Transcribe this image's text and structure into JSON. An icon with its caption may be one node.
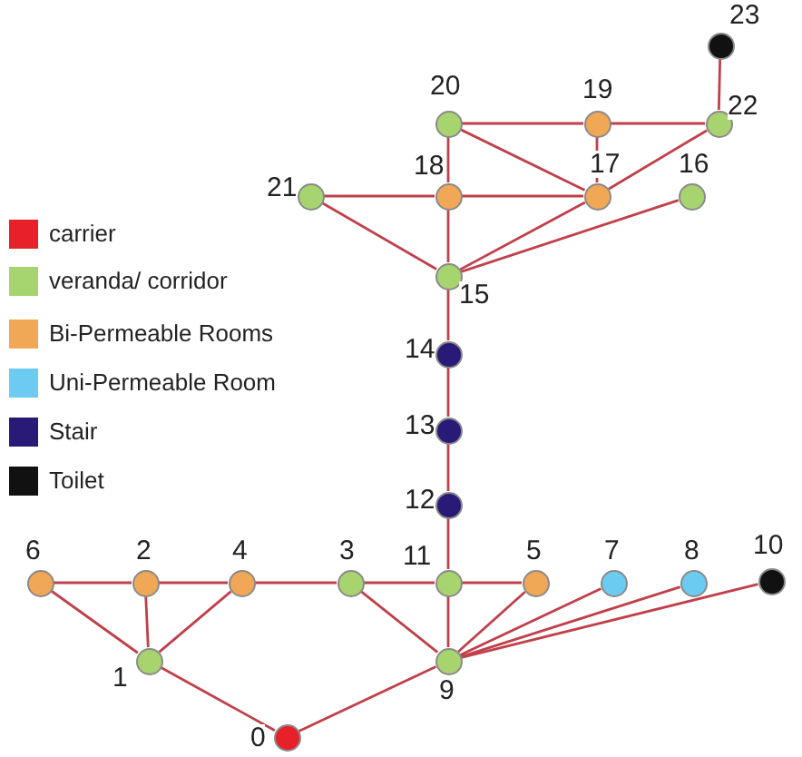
{
  "diagram": {
    "nodes": [
      {
        "text": [],
        "shape": "circle",
        "beside": [
          "0"
        ]
      },
      {
        "text": [],
        "shape": "circle",
        "beside": [
          "1"
        ]
      },
      {
        "text": [],
        "shape": "circle",
        "beside": [
          "2"
        ]
      },
      {
        "text": [],
        "shape": "circle",
        "beside": [
          "3"
        ]
      },
      {
        "text": [],
        "shape": "circle",
        "beside": [
          "4"
        ]
      },
      {
        "text": [],
        "shape": "circle",
        "beside": [
          "5"
        ]
      },
      {
        "text": [],
        "shape": "circle",
        "beside": [
          "6"
        ]
      },
      {
        "text": [],
        "shape": "circle",
        "beside": [
          "7"
        ]
      },
      {
        "text": [],
        "shape": "circle",
        "beside": [
          "8"
        ]
      },
      {
        "text": [],
        "shape": "circle",
        "beside": [
          "9"
        ]
      },
      {
        "text": [],
        "shape": "circle",
        "beside": [
          "10"
        ]
      },
      {
        "text": [],
        "shape": "circle",
        "beside": [
          "11"
        ]
      },
      {
        "text": [],
        "shape": "circle",
        "beside": [
          "12"
        ]
      },
      {
        "text": [],
        "shape": "circle",
        "beside": [
          "13"
        ]
      },
      {
        "text": [],
        "shape": "circle",
        "beside": [
          "14"
        ]
      },
      {
        "text": [],
        "shape": "circle",
        "beside": [
          "15"
        ]
      },
      {
        "text": [],
        "shape": "circle",
        "beside": [
          "16"
        ]
      },
      {
        "text": [],
        "shape": "circle",
        "beside": [
          "17"
        ]
      },
      {
        "text": [],
        "shape": "circle",
        "beside": [
          "18"
        ]
      },
      {
        "text": [],
        "shape": "circle",
        "beside": [
          "19"
        ]
      },
      {
        "text": [],
        "shape": "circle",
        "beside": [
          "20"
        ]
      },
      {
        "text": [],
        "shape": "circle",
        "beside": [
          "21"
        ]
      },
      {
        "text": [],
        "shape": "circle",
        "beside": [
          "22"
        ]
      },
      {
        "text": [],
        "shape": "circle",
        "beside": [
          "23"
        ]
      }
    ],
    "edges": [
      {
        "from": 6,
        "to": 2,
        "arrow": "none"
      },
      {
        "from": 2,
        "to": 4,
        "arrow": "none"
      },
      {
        "from": 4,
        "to": 3,
        "arrow": "none"
      },
      {
        "from": 3,
        "to": 11,
        "arrow": "none"
      },
      {
        "from": 11,
        "to": 5,
        "arrow": "none"
      },
      {
        "from": 6,
        "to": 1,
        "arrow": "none"
      },
      {
        "from": 2,
        "to": 1,
        "arrow": "none"
      },
      {
        "from": 4,
        "to": 1,
        "arrow": "none"
      },
      {
        "from": 1,
        "to": 0,
        "arrow": "none"
      },
      {
        "from": 0,
        "to": 9,
        "arrow": "none"
      },
      {
        "from": 3,
        "to": 9,
        "arrow": "none"
      },
      {
        "from": 11,
        "to": 9,
        "arrow": "none"
      },
      {
        "from": 5,
        "to": 9,
        "arrow": "none"
      },
      {
        "from": 7,
        "to": 9,
        "arrow": "none"
      },
      {
        "from": 8,
        "to": 9,
        "arrow": "none"
      },
      {
        "from": 10,
        "to": 9,
        "arrow": "none"
      },
      {
        "from": 11,
        "to": 12,
        "arrow": "none"
      },
      {
        "from": 12,
        "to": 13,
        "arrow": "none"
      },
      {
        "from": 13,
        "to": 14,
        "arrow": "none"
      },
      {
        "from": 14,
        "to": 15,
        "arrow": "none"
      },
      {
        "from": 15,
        "to": 21,
        "arrow": "none"
      },
      {
        "from": 15,
        "to": 18,
        "arrow": "none"
      },
      {
        "from": 15,
        "to": 17,
        "arrow": "none"
      },
      {
        "from": 15,
        "to": 16,
        "arrow": "none"
      },
      {
        "from": 21,
        "to": 18,
        "arrow": "none"
      },
      {
        "from": 18,
        "to": 17,
        "arrow": "none"
      },
      {
        "from": 18,
        "to": 20,
        "arrow": "none"
      },
      {
        "from": 20,
        "to": 19,
        "arrow": "none"
      },
      {
        "from": 19,
        "to": 22,
        "arrow": "none"
      },
      {
        "from": 20,
        "to": 17,
        "arrow": "none"
      },
      {
        "from": 19,
        "to": 17,
        "arrow": "none"
      },
      {
        "from": 17,
        "to": 22,
        "arrow": "none"
      },
      {
        "from": 22,
        "to": 23,
        "arrow": "none"
      }
    ],
    "legend": [
      {
        "text": "carrier",
        "color": "#e8202a"
      },
      {
        "text": "veranda/ corridor",
        "color": "#a8d46f"
      },
      {
        "text": "Bi-Permeable Rooms",
        "color": "#f0a857"
      },
      {
        "text": "Uni-Permeable Room",
        "color": "#6ccbf0"
      },
      {
        "text": "Stair",
        "color": "#2a1a78"
      },
      {
        "text": "Toilet",
        "color": "#111111"
      }
    ]
  }
}
